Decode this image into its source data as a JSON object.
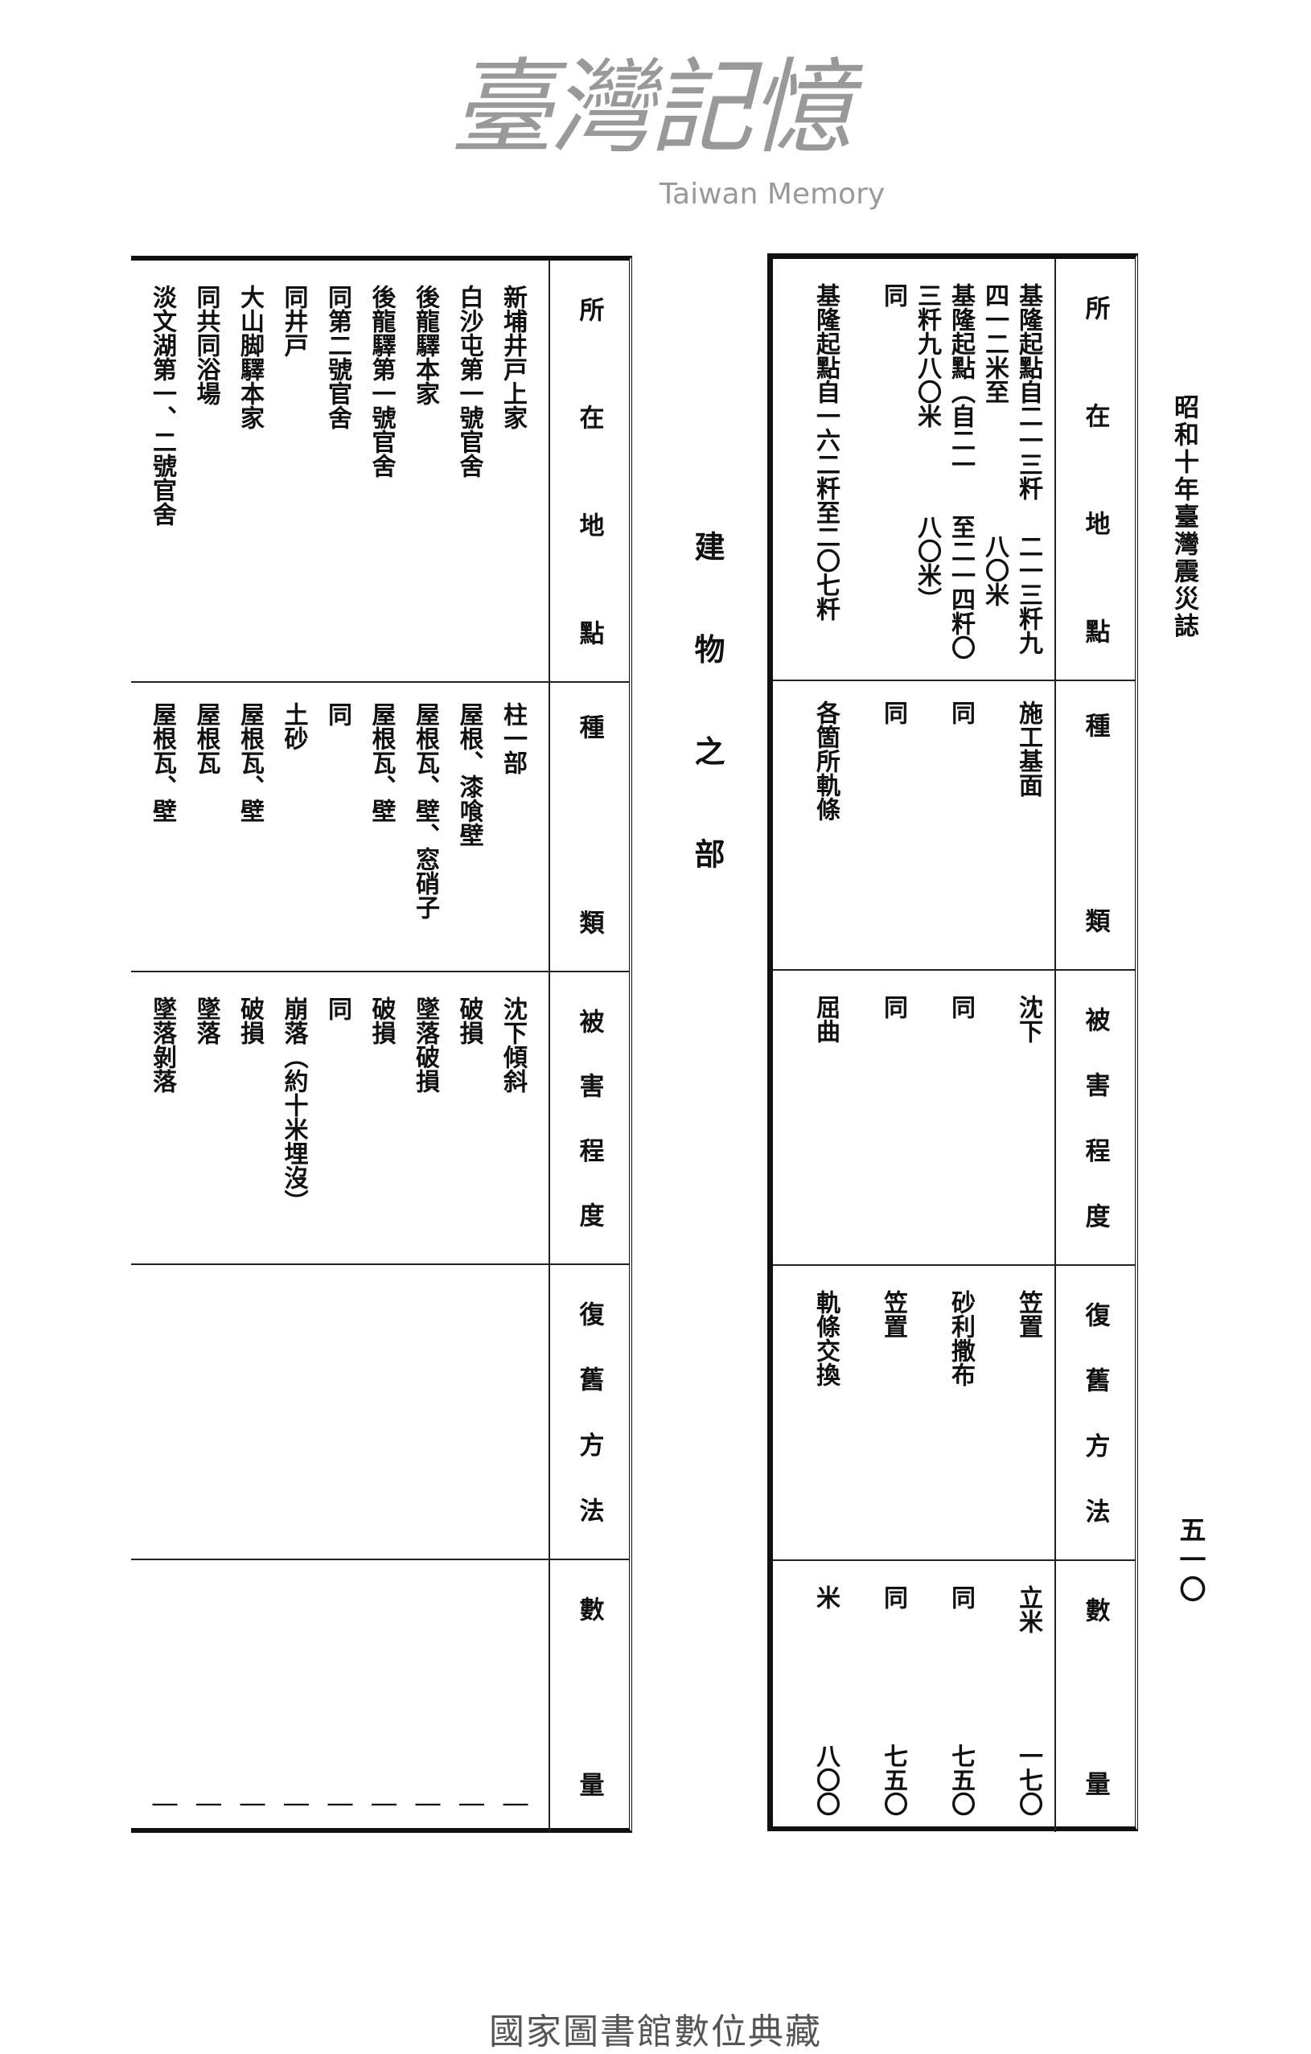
{
  "page_header": {
    "book_title": "昭和十年臺灣震災誌",
    "page_number": "五一〇"
  },
  "section_title": "建物之部",
  "headers": {
    "location": "所在地點",
    "type": "種類",
    "damage": "被害程度",
    "method": "復舊方法",
    "quantity": "數量"
  },
  "right_table": {
    "rows": [
      {
        "location": [
          "基隆起點自二一三粁四一二米至",
          "二一三粁九八〇米"
        ],
        "type": "施工基面",
        "damage": "沈下",
        "method": "笠置",
        "unit": "立米",
        "quantity": "一七〇"
      },
      {
        "location": [
          "基隆起點（自二一三粁九八〇米",
          "至二一四粁〇八〇米）"
        ],
        "type": "同",
        "damage": "同",
        "method": "砂利撒布",
        "unit": "同",
        "quantity": "七五〇"
      },
      {
        "location": [
          "同"
        ],
        "type": "同",
        "damage": "同",
        "method": "笠置",
        "unit": "同",
        "quantity": "七五〇"
      },
      {
        "location": [
          "基隆起點自一六二粁至二〇七粁"
        ],
        "type": "各箇所軌條",
        "damage": "屈曲",
        "method": "軌條交換",
        "unit": "米",
        "quantity": "八〇〇"
      }
    ]
  },
  "left_table": {
    "rows": [
      {
        "location": [
          "新埔井戸上家"
        ],
        "type": "柱一部",
        "damage": "沈下傾斜",
        "method": "",
        "unit": "",
        "quantity": "｜"
      },
      {
        "location": [
          "白沙屯第一號官舍"
        ],
        "type": "屋根、漆喰壁",
        "damage": "破損",
        "method": "",
        "unit": "",
        "quantity": "｜"
      },
      {
        "location": [
          "後龍驛本家"
        ],
        "type": "屋根瓦、壁、窓硝子",
        "damage": "墜落破損",
        "method": "",
        "unit": "",
        "quantity": "｜"
      },
      {
        "location": [
          "後龍驛第一號官舍"
        ],
        "type": "屋根瓦、壁",
        "damage": "破損",
        "method": "",
        "unit": "",
        "quantity": "｜"
      },
      {
        "location": [
          "同第二號官舍"
        ],
        "type": "同",
        "damage": "同",
        "method": "",
        "unit": "",
        "quantity": "｜"
      },
      {
        "location": [
          "同井戸"
        ],
        "type": "土砂",
        "damage": "崩落（約十米埋沒）",
        "method": "",
        "unit": "",
        "quantity": "｜"
      },
      {
        "location": [
          "大山脚驛本家"
        ],
        "type": "屋根瓦、壁",
        "damage": "破損",
        "method": "",
        "unit": "",
        "quantity": "｜"
      },
      {
        "location": [
          "同共同浴場"
        ],
        "type": "屋根瓦",
        "damage": "墜落",
        "method": "",
        "unit": "",
        "quantity": "｜"
      },
      {
        "location": [
          "淡文湖第一、二號官舍"
        ],
        "type": "屋根瓦、壁",
        "damage": "墜落剝落",
        "method": "",
        "unit": "",
        "quantity": "｜"
      }
    ]
  },
  "watermark": {
    "cn": "臺灣記憶",
    "en": "Taiwan Memory"
  },
  "footer": "國家圖書館數位典藏"
}
